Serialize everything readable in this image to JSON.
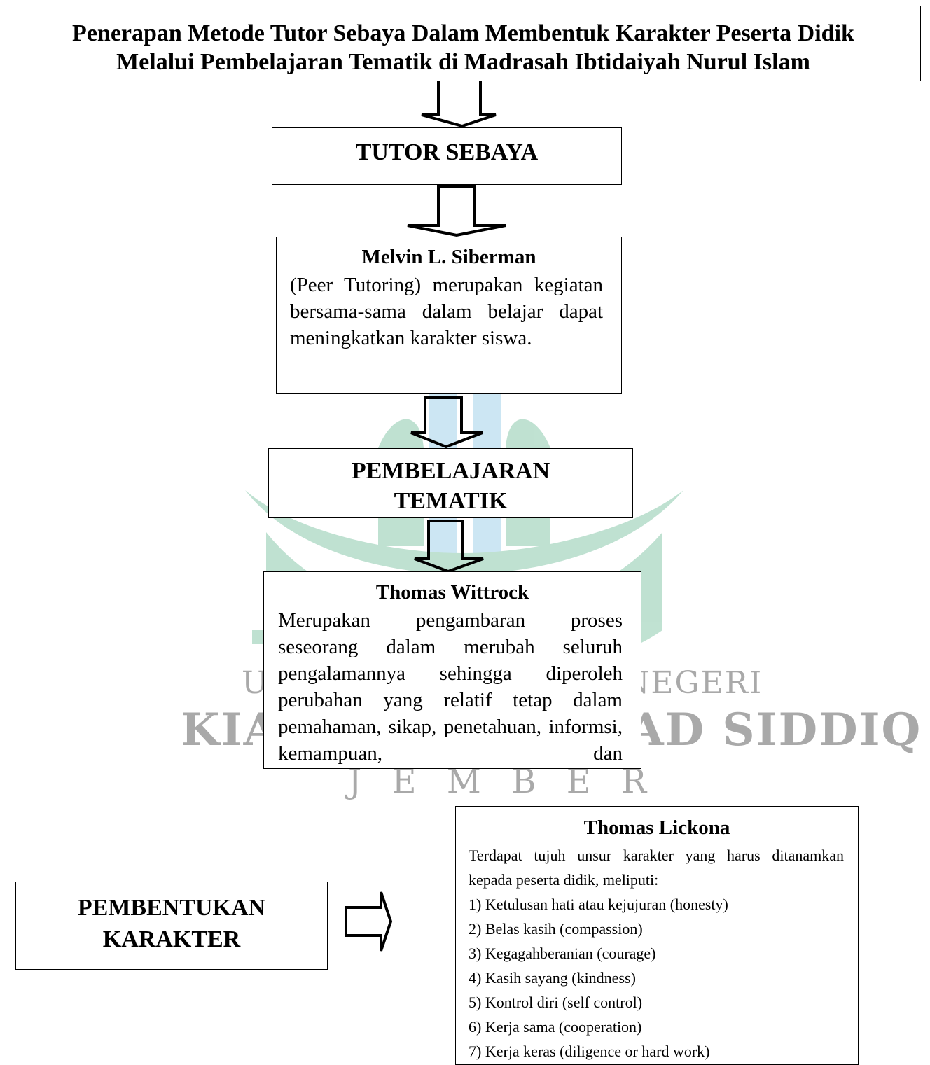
{
  "title": {
    "line1": "Penerapan Metode Tutor Sebaya Dalam Membentuk Karakter Peserta Didik",
    "line2": "Melalui Pembelajaran Tematik di Madrasah Ibtidaiyah Nurul Islam"
  },
  "tutor_sebaya": {
    "label": "TUTOR SEBAYA"
  },
  "melvin": {
    "heading": "Melvin L. Siberman",
    "text": "(Peer Tutoring) merupakan kegiatan bersama-sama dalam belajar dapat meningkatkan karakter siswa."
  },
  "pembelajaran_tematik": {
    "line1": "PEMBELAJARAN",
    "line2": "TEMATIK"
  },
  "wittrock": {
    "heading": "Thomas Wittrock",
    "text": "Merupakan pengambaran proses seseorang dalam merubah seluruh pengalamannya sehingga diperoleh perubahan yang relatif tetap dalam pemahaman, sikap, penetahuan, informsi, kemampuan, dan"
  },
  "pembentukan_karakter": {
    "line1": "PEMBENTUKAN",
    "line2": "KARAKTER"
  },
  "lickona": {
    "heading": "Thomas Lickona",
    "intro": "Terdapat tujuh unsur karakter yang harus ditanamkan kepada peserta didik, meliputi:",
    "items": [
      "1) Ketulusan hati atau kejujuran (honesty)",
      "2) Belas kasih (compassion)",
      "3) Kegagahberanian (courage)",
      "4) Kasih sayang (kindness)",
      "5) Kontrol diri (self control)",
      "6) Kerja sama (cooperation)",
      "7) Kerja keras (diligence or hard work)"
    ]
  },
  "watermark": {
    "line1": "UNIVERSITAS ISLAM NEGERI",
    "line2": "KIAI HAJI ACHMAD SIDDIQ",
    "line3": "J E M B E R",
    "colors": {
      "green": "#2e9e6b",
      "blue": "#5aaed8"
    }
  }
}
